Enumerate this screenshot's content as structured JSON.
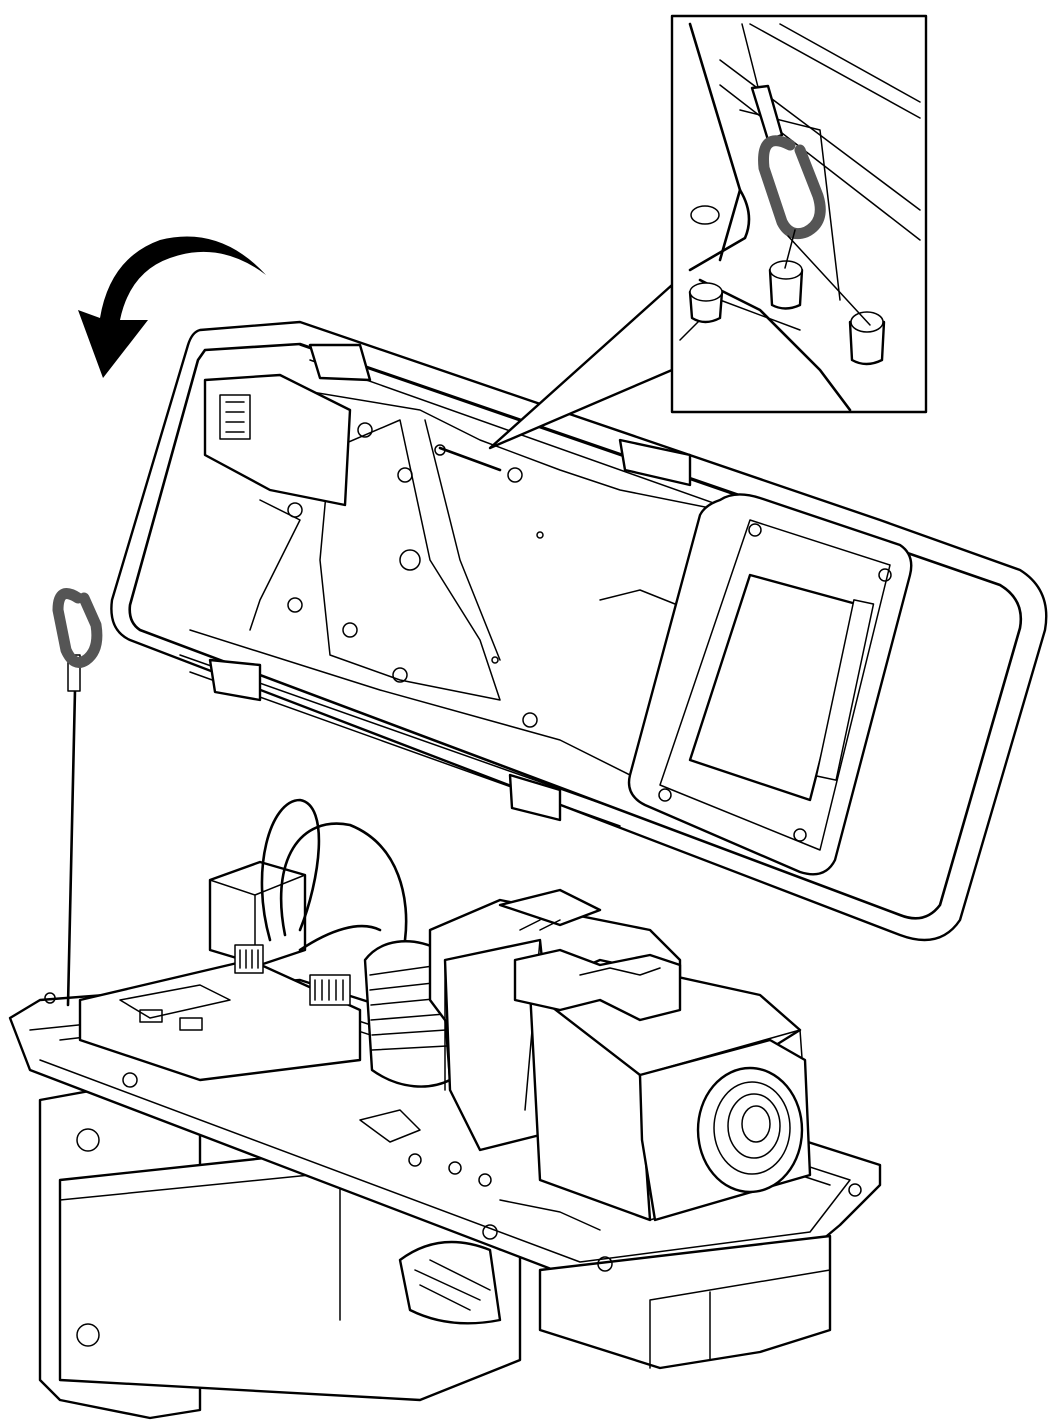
{
  "figure": {
    "ink_color": "#000000",
    "background_color": "#ffffff",
    "carabiner_color": "#555555",
    "parts": [
      "rotation-arrow-icon",
      "inset-detail-panel",
      "housing-cover",
      "cover-window",
      "safety-wire",
      "carabiner-clip-icon",
      "housing-base",
      "camera-body",
      "camera-lens",
      "wall-mount-bracket"
    ]
  }
}
